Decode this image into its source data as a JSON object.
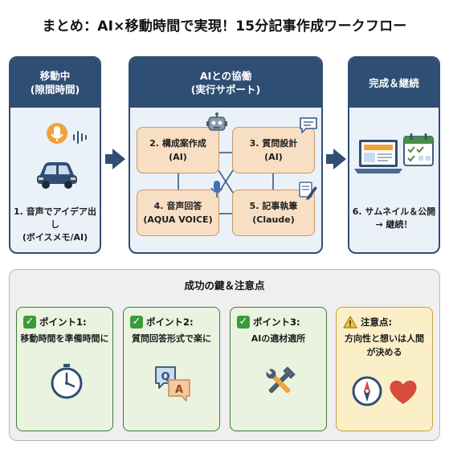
{
  "title": "まとめ：AI×移動時間で実現！15分記事作成ワークフロー",
  "left_panel": {
    "header_line1": "移動中",
    "header_line2": "(隙間時間)",
    "step_line1": "1. 音声でアイデア出し",
    "step_line2": "(ボイスメモ/AI)",
    "icons": [
      "microphone-icon",
      "car-icon",
      "sound-wave-icon"
    ]
  },
  "middle_panel": {
    "header_line1": "AIとの協働",
    "header_line2": "(実行サポート)",
    "cards": [
      {
        "line1": "2. 構成案作成",
        "line2": "(AI)"
      },
      {
        "line1": "3. 質問設計",
        "line2": "(AI)"
      },
      {
        "line1": "4. 音声回答",
        "line2": "(AQUA VOICE)"
      },
      {
        "line1": "5. 記事執筆",
        "line2": "(Claude)"
      }
    ],
    "icons": [
      "robot-icon",
      "chat-bubble-icon",
      "microphone-icon",
      "pen-icon"
    ]
  },
  "right_panel": {
    "header": "完成＆継続",
    "step_line1": "6. サムネイル＆公開",
    "step_line2": "→ 継続！",
    "icons": [
      "laptop-icon",
      "calendar-icon"
    ]
  },
  "bottom": {
    "title": "成功の鍵＆注意点",
    "points": [
      {
        "head": "ポイント1:",
        "body_line1": "移動時間を準備時間に",
        "body_line2": "",
        "icon": "clock-icon"
      },
      {
        "head": "ポイント2:",
        "body_line1": "質問回答形式で楽に",
        "body_line2": "",
        "icon": "qa-icon"
      },
      {
        "head": "ポイント3:",
        "body_line1": "AIの適材適所",
        "body_line2": "",
        "icon": "tools-icon"
      },
      {
        "head": "注意点:",
        "body_line1": "方向性と想いは人間",
        "body_line2": "が決める",
        "icon": "compass-heart-icon"
      }
    ],
    "qa_letters": [
      "Q",
      "A"
    ]
  },
  "colors": {
    "navy": "#2f4e74",
    "panel_bg": "#eaf1f8",
    "card_bg": "#f8dfc4",
    "point_bg": "#eaf3df",
    "warn_bg": "#fbefc8"
  }
}
